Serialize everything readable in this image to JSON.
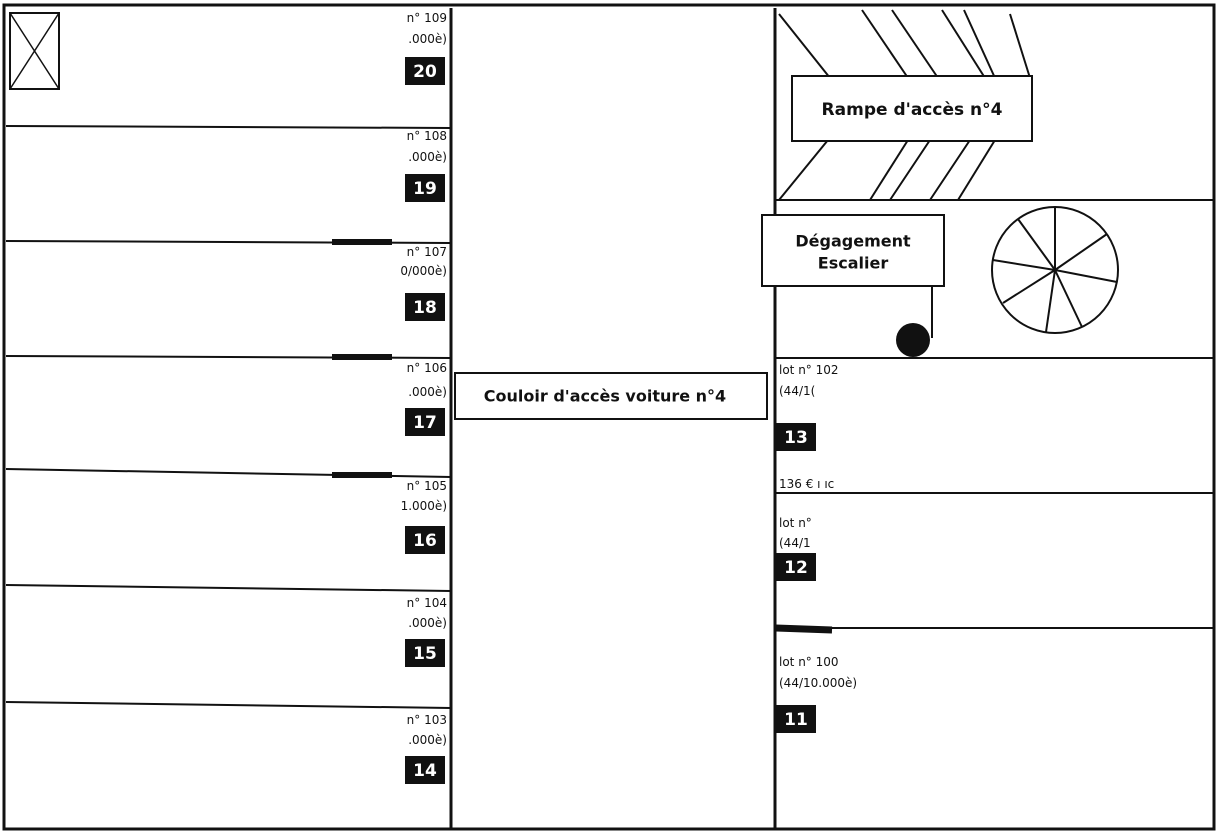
{
  "left_spaces": [
    {
      "number": "20",
      "lot_text": "n° 109",
      "share_text": ".000è)"
    },
    {
      "number": "19",
      "lot_text": "n° 108",
      "share_text": ".000è)"
    },
    {
      "number": "18",
      "lot_text": "n° 107",
      "share_text": "0/000è)"
    },
    {
      "number": "17",
      "lot_text": "n° 106",
      "share_text": ".000è)"
    },
    {
      "number": "16",
      "lot_text": "n° 105",
      "share_text": "1.000è)"
    },
    {
      "number": "15",
      "lot_text": "n° 104",
      "share_text": ".000è)"
    },
    {
      "number": "14",
      "lot_text": "n° 103",
      "share_text": ".000è)"
    }
  ],
  "right_spaces": [
    {
      "number": "13",
      "lot_text": "lot n° 102",
      "share_text": "(44/1("
    },
    {
      "number": "12",
      "lot_text": "lot n°",
      "share_text": "(44/1"
    },
    {
      "number": "11",
      "lot_text": "lot n° 100",
      "share_text": "(44/10.000è)"
    }
  ],
  "partial_text_right": "136 € ı ıc",
  "corridor_label": "Couloir d'accès voiture n°4",
  "ramp_label": "Rampe d'accès n°4",
  "stair_label": [
    "Dégagement",
    "Escalier"
  ]
}
